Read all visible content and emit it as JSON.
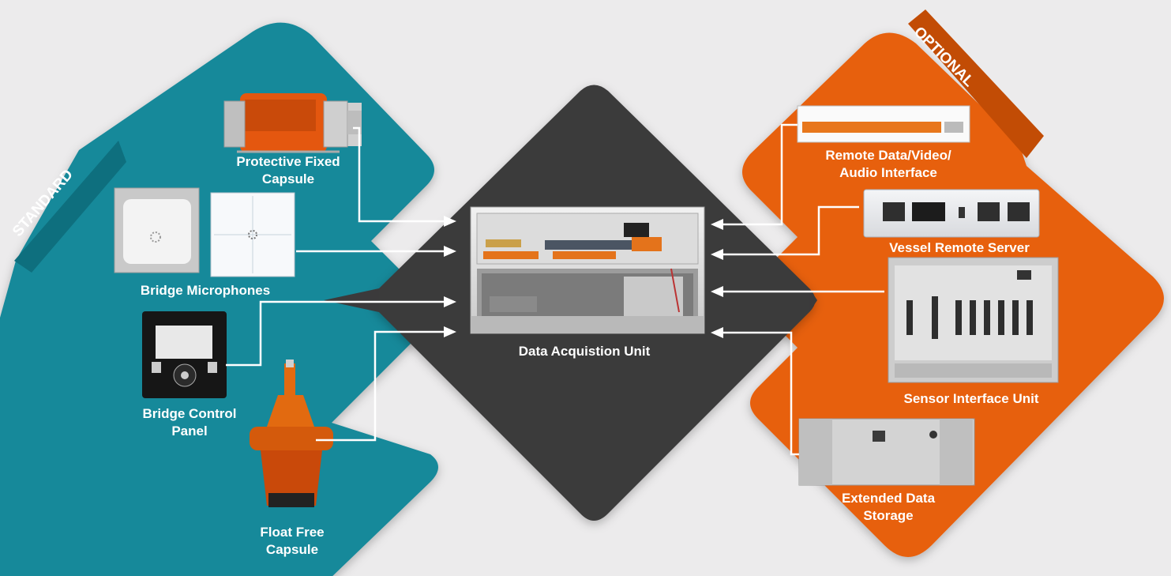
{
  "groups": {
    "standard_tag": "STANDARD",
    "optional_tag": "OPTIONAL"
  },
  "center": {
    "label": "Data Acquistion Unit"
  },
  "standard_items": [
    {
      "label": "Protective Fixed\nCapsule"
    },
    {
      "label": "Bridge Microphones"
    },
    {
      "label": "Bridge Control\nPanel"
    },
    {
      "label": "Float Free\nCapsule"
    }
  ],
  "optional_items": [
    {
      "label": "Remote Data/Video/\nAudio Interface"
    },
    {
      "label": "Vessel Remote Server"
    },
    {
      "label": "Sensor Interface Unit"
    },
    {
      "label": "Extended Data\nStorage"
    }
  ],
  "colors": {
    "standard": "#16899a",
    "standard_dark": "#0e6f7e",
    "optional": "#e7600e",
    "optional_dark": "#c24c05",
    "center": "#3b3a3b",
    "background": "#ecebec",
    "connector": "#ffffff"
  }
}
